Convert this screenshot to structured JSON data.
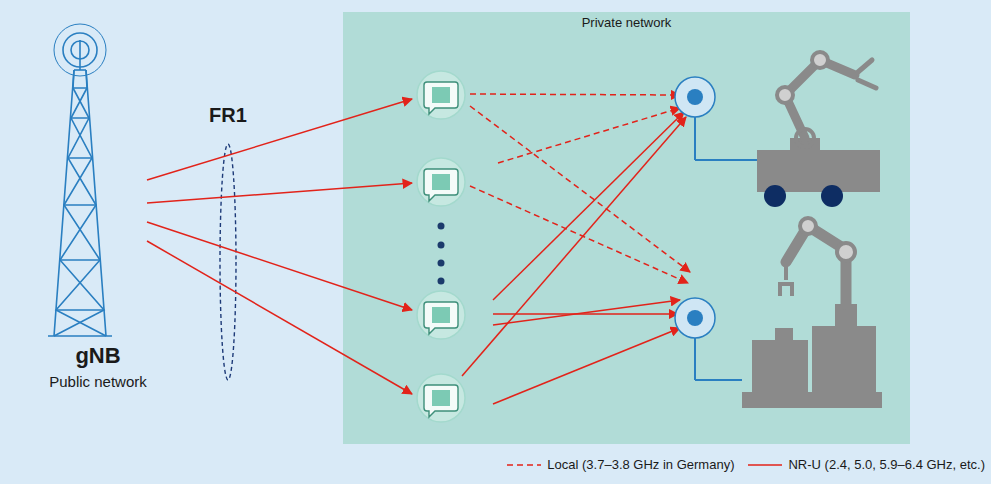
{
  "diagram": {
    "nodes": [
      {
        "text": [
          "gNB",
          "Public network"
        ]
      },
      {
        "text": [
          "Private network"
        ]
      }
    ],
    "labels": [
      "FR1"
    ],
    "legend": [
      {
        "text": "Local (3.7–3.8 GHz in Germany)"
      },
      {
        "text": "NR-U (2.4, 5.0, 5.9–6.4 GHz, etc.)"
      }
    ]
  }
}
